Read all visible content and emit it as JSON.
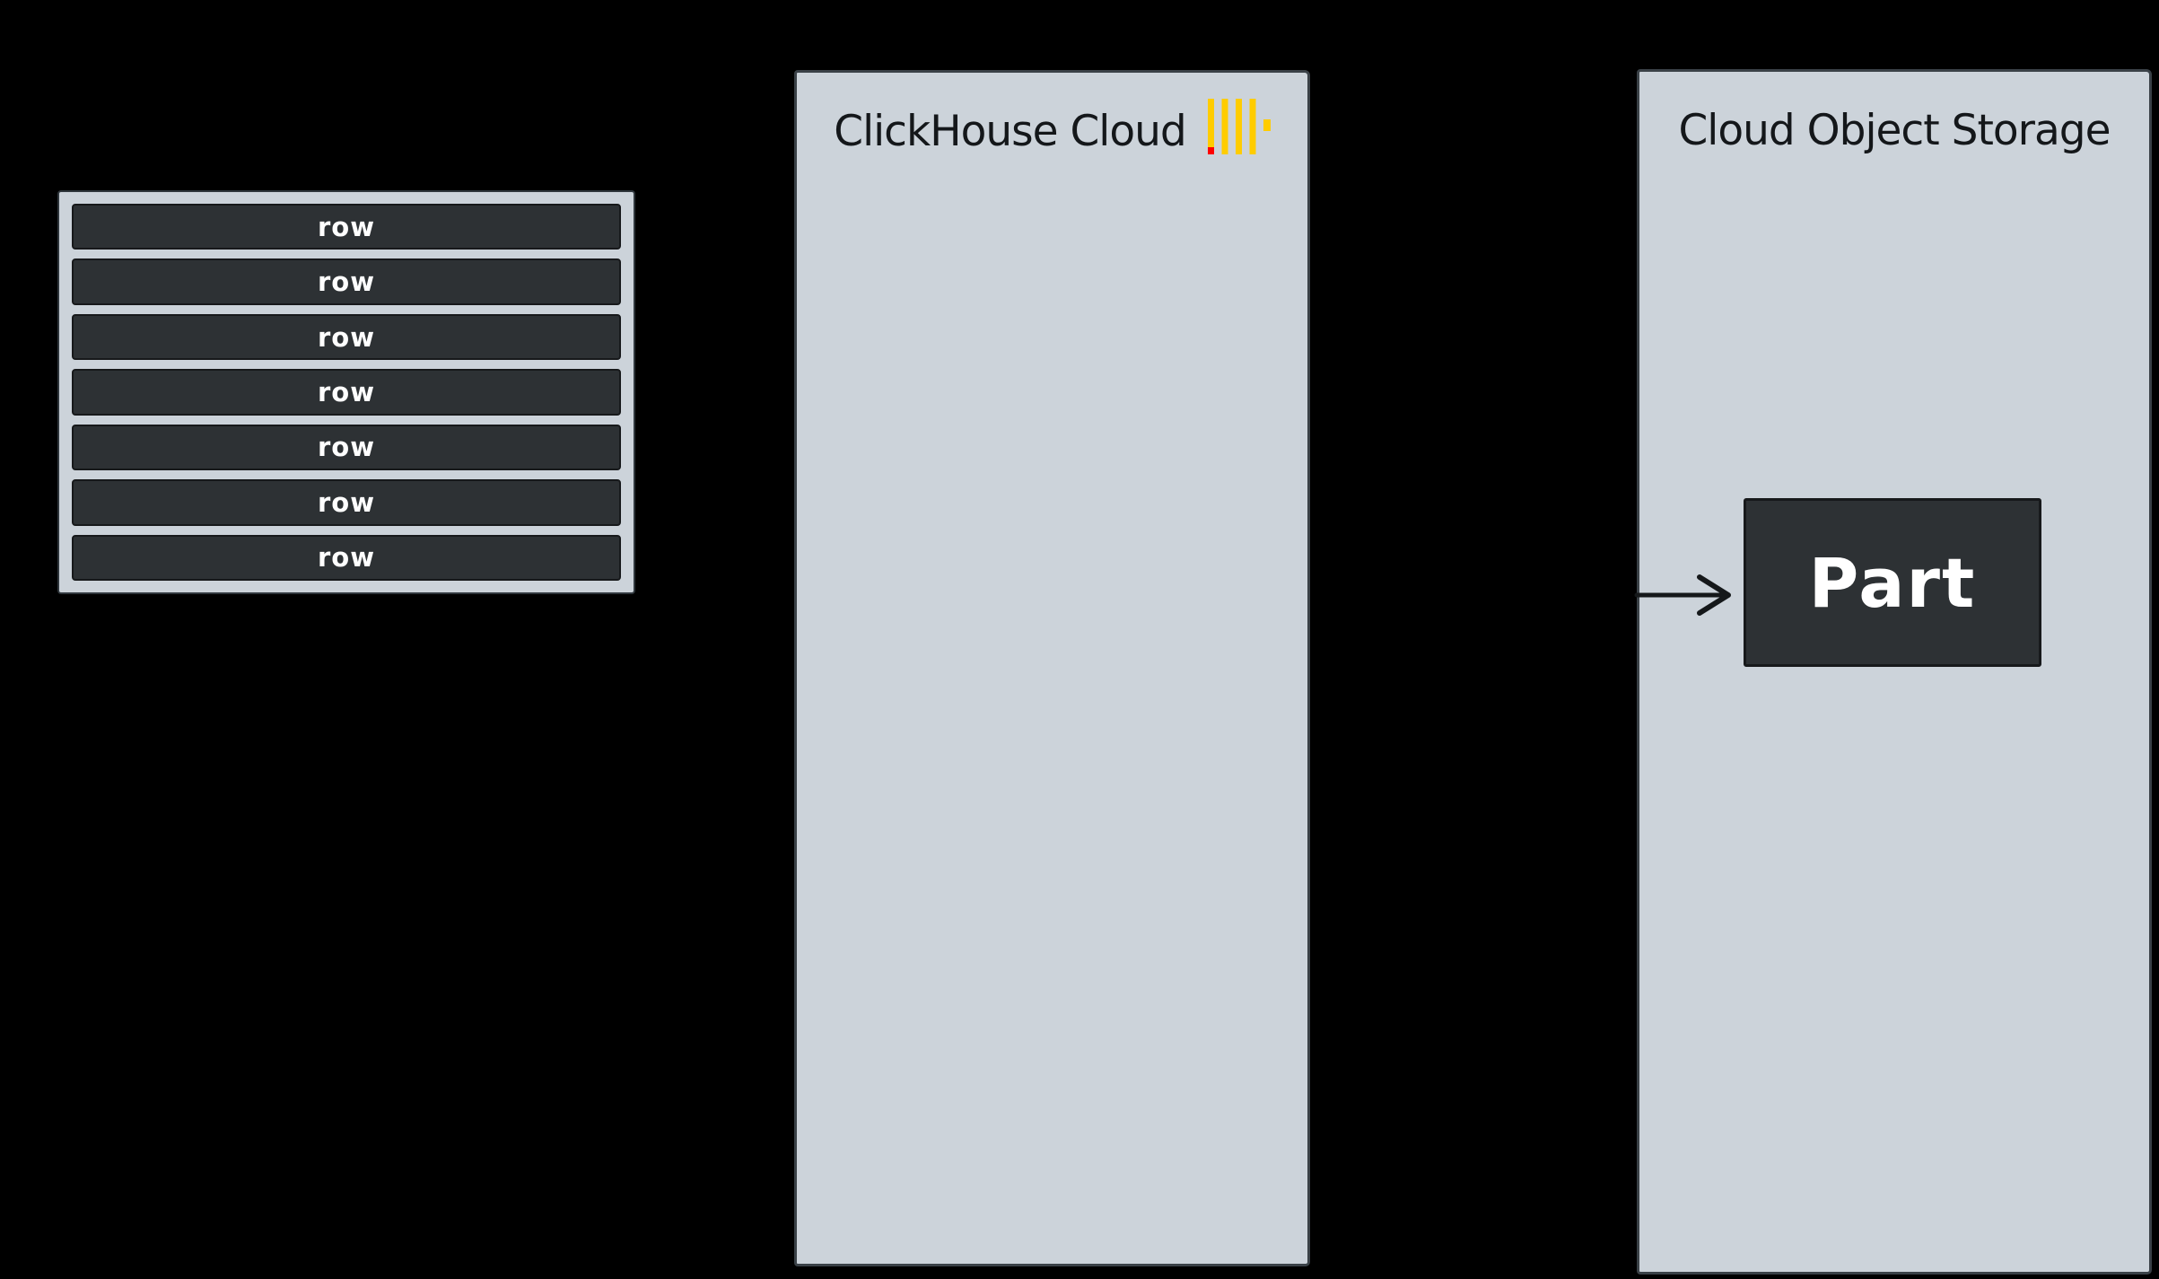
{
  "canvas": {
    "background": "#000000"
  },
  "row_stack": {
    "rows": [
      "row",
      "row",
      "row",
      "row",
      "row",
      "row",
      "row"
    ]
  },
  "clickhouse_panel": {
    "title": "ClickHouse Cloud"
  },
  "storage_panel": {
    "title": "Cloud Object Storage",
    "part_label": "Part"
  },
  "colors": {
    "panel_fill": "#ccd3da",
    "panel_border": "#3a4147",
    "dark_box_fill": "#2d3134",
    "dark_box_border": "#17191b",
    "label_text": "#ffffff",
    "title_text": "#14171a",
    "logo_yellow": "#ffcc00",
    "logo_red": "#ff0000",
    "arrow": "#15181a"
  }
}
